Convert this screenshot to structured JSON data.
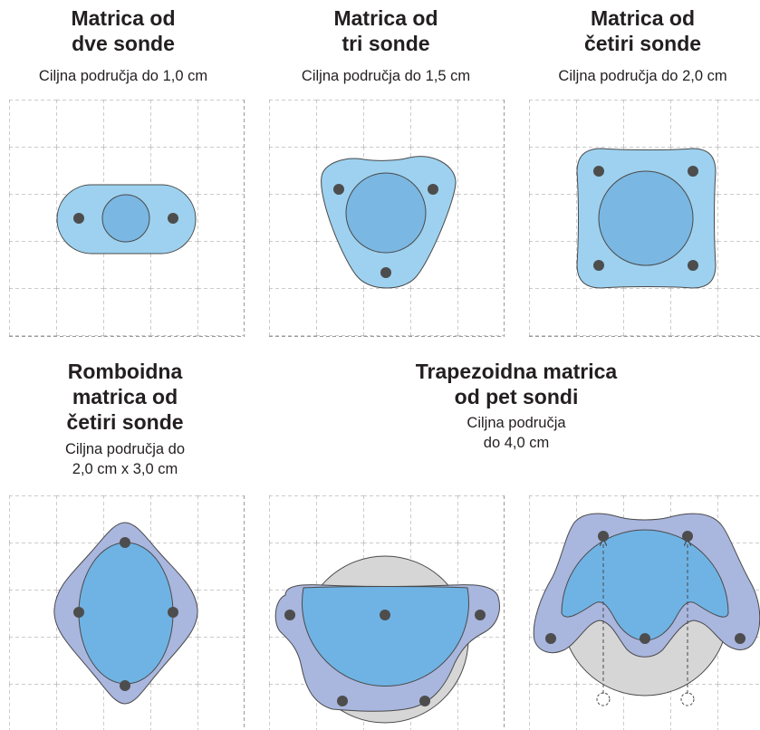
{
  "top_row": {
    "two_probe": {
      "title_line1": "Matrica od",
      "title_line2": "dve sonde",
      "target": "Ciljna područja do 1,0 cm"
    },
    "three_probe": {
      "title_line1": "Matrica od",
      "title_line2": "tri sonde",
      "target": "Ciljna područja do 1,5 cm"
    },
    "four_probe": {
      "title_line1": "Matrica od",
      "title_line2": "četiri sonde",
      "target": "Ciljna područja do 2,0 cm"
    }
  },
  "bottom_row": {
    "rhomboid": {
      "title_line1": "Romboidna",
      "title_line2": "matrica od",
      "title_line3": "četiri sonde",
      "target_line1": "Ciljna područja do",
      "target_line2": "2,0 cm x 3,0 cm"
    },
    "trapezoid": {
      "title_line1": "Trapezoidna matrica",
      "title_line2": "od pet sondi",
      "target_line1": "Ciljna područja",
      "target_line2": "do 4,0 cm"
    }
  },
  "colors": {
    "grid": "#9a9a9a",
    "zone_light_blue": "#9dd1ef",
    "core_blue": "#7ab7e3",
    "zone_purple": "#a9b6de",
    "core_mid_blue": "#6fb3e4",
    "gray_region": "#d6d6d6",
    "probe": "#4d4d4d",
    "outline": "#4a4a4a"
  }
}
